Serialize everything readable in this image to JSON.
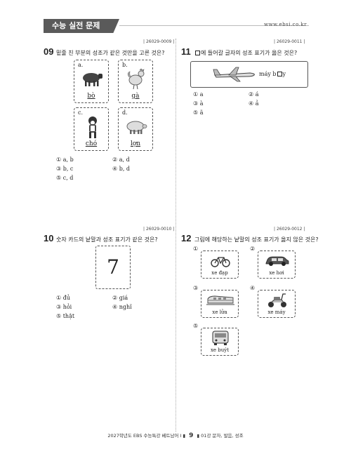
{
  "header": {
    "tab_label": "수능 실전 문제",
    "url": "www.ebsi.co.kr"
  },
  "q09": {
    "number": "09",
    "code": "26029-0009",
    "text": "밑줄 친 부분의 성조가 같은 것만을 고른 것은?",
    "cards": [
      {
        "letter": "a.",
        "word": "bò",
        "icon": "cow-icon"
      },
      {
        "letter": "b.",
        "word": "gà",
        "icon": "rooster-icon"
      },
      {
        "letter": "c.",
        "word": "chó",
        "icon": "dog-icon"
      },
      {
        "letter": "d.",
        "word": "lợn",
        "icon": "pig-icon"
      }
    ],
    "choices": [
      "① a, b",
      "② a, d",
      "③ b, c",
      "④ b, d",
      "⑤ c, d"
    ]
  },
  "q10": {
    "number": "10",
    "code": "26029-0010",
    "text": "숫자 카드의 낱말과 성조 표기가 같은 것은?",
    "card": "7",
    "choices": [
      "① đủ",
      "② giá",
      "③ hỏi",
      "④ nghĩ",
      "⑤ thật"
    ]
  },
  "q11": {
    "number": "11",
    "code": "26029-0011",
    "text_after_box": "에 들어갈 글자의 성조 표기가 옳은 것은?",
    "phrase_before": "máy b",
    "phrase_after": "y",
    "icon": "airplane-icon",
    "choices": [
      "① a",
      "② á",
      "③ à",
      "④ ả",
      "⑤ ã"
    ]
  },
  "q12": {
    "number": "12",
    "code": "26029-0012",
    "text": "그림에 해당하는 낱말의 성조 표기가 옳지 않은 것은?",
    "items": [
      {
        "num": "①",
        "label": "xe đạp",
        "icon": "bicycle-icon"
      },
      {
        "num": "②",
        "label": "xe hơi",
        "icon": "car-icon"
      },
      {
        "num": "③",
        "label": "xe lửa",
        "icon": "train-icon"
      },
      {
        "num": "④",
        "label": "xe máy",
        "icon": "scooter-icon"
      },
      {
        "num": "⑤",
        "label": "xe buýt",
        "icon": "bus-icon"
      }
    ]
  },
  "footer": {
    "left": "2027학년도 EBS 수능특강 베트남어 I",
    "page": "9",
    "right": "01강 문자, 발음, 성조"
  }
}
